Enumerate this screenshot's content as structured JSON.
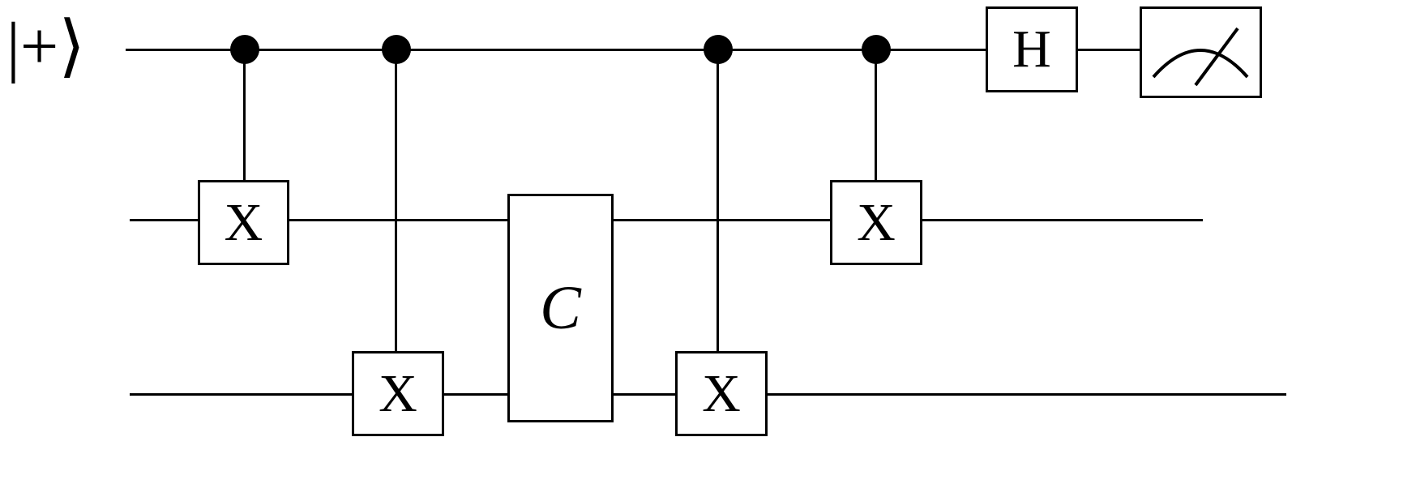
{
  "colors": {
    "ink": "#000000",
    "background": "#ffffff"
  },
  "circuit": {
    "input_label": "|+⟩",
    "wire_count": 3,
    "gates": [
      {
        "id": "cx-1",
        "type": "controlled-x",
        "control_wire": 0,
        "target_wire": 1,
        "label": "X"
      },
      {
        "id": "cx-2",
        "type": "controlled-x",
        "control_wire": 0,
        "target_wire": 2,
        "label": "X"
      },
      {
        "id": "c-unitary",
        "type": "multi-qubit-box",
        "wires": [
          1,
          2
        ],
        "label": "C"
      },
      {
        "id": "cx-3",
        "type": "controlled-x",
        "control_wire": 0,
        "target_wire": 2,
        "label": "X"
      },
      {
        "id": "cx-4",
        "type": "controlled-x",
        "control_wire": 0,
        "target_wire": 1,
        "label": "X"
      },
      {
        "id": "hadamard",
        "type": "single-qubit-box",
        "wires": [
          0
        ],
        "label": "H"
      },
      {
        "id": "measurement",
        "type": "measure",
        "wires": [
          0
        ],
        "icon": "gauge-icon"
      }
    ]
  }
}
